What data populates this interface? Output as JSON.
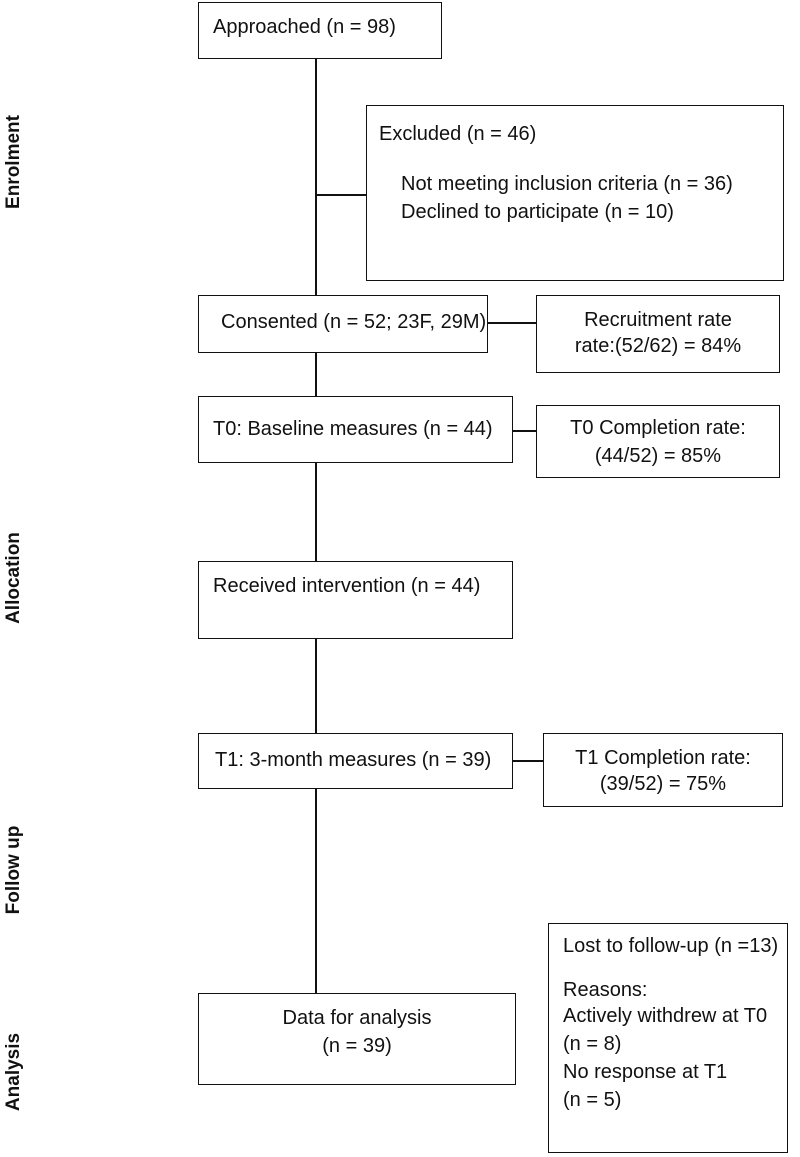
{
  "stages": {
    "enrolment": "Enrolment",
    "allocation": "Allocation",
    "follow_up": "Follow up",
    "analysis": "Analysis"
  },
  "boxes": {
    "approached": "Approached (n = 98)",
    "excluded": {
      "title": "Excluded (n = 46)",
      "reason_1": "Not meeting inclusion criteria (n = 36)",
      "reason_2": "Declined to participate (n = 10)"
    },
    "consented": "Consented (n = 52; 23F, 29M)",
    "recruitment_rate": {
      "line_1": "Recruitment rate",
      "line_2": "rate:(52/62) = 84%"
    },
    "baseline": "T0: Baseline measures (n = 44)",
    "t0_completion": {
      "line_1": "T0 Completion rate:",
      "line_2": "(44/52) = 85%"
    },
    "intervention": "Received intervention (n = 44)",
    "three_month": "T1: 3-month measures (n = 39)",
    "t1_completion": {
      "line_1": "T1 Completion rate:",
      "line_2": "(39/52) = 75%"
    },
    "analysis_data": {
      "line_1": "Data for analysis",
      "line_2": "(n = 39)"
    },
    "lost": {
      "title": "Lost to follow-up (n =13)",
      "reasons_label": "Reasons:",
      "reason_1": "Actively withdrew at T0",
      "reason_1_n": "(n = 8)",
      "reason_2": "No response at T1",
      "reason_2_n": "(n = 5)"
    }
  }
}
